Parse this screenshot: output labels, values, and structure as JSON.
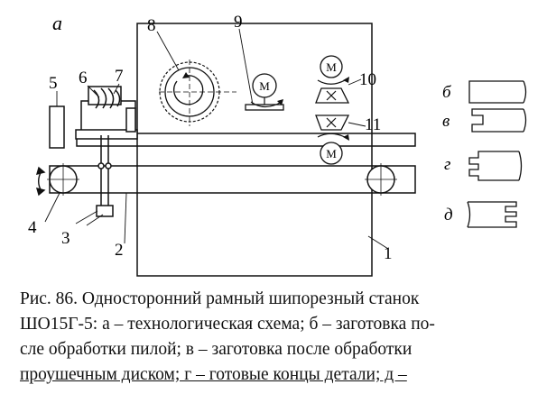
{
  "figure": {
    "panel_labels": {
      "a": "а",
      "b": "б",
      "v": "в",
      "g": "г",
      "d": "д"
    },
    "callouts": [
      "1",
      "2",
      "3",
      "4",
      "5",
      "6",
      "7",
      "8",
      "9",
      "10",
      "11"
    ],
    "motor_label": "М"
  },
  "caption": {
    "lines": [
      "Рис. 86. Односторонний рамный шипорезный станок",
      "ШО15Г-5: а – технологическая схема; б – заготовка по-",
      "сле обработки пилой; в – заготовка после обработки",
      "проушечным диском; г – готовые концы детали; д –"
    ]
  }
}
